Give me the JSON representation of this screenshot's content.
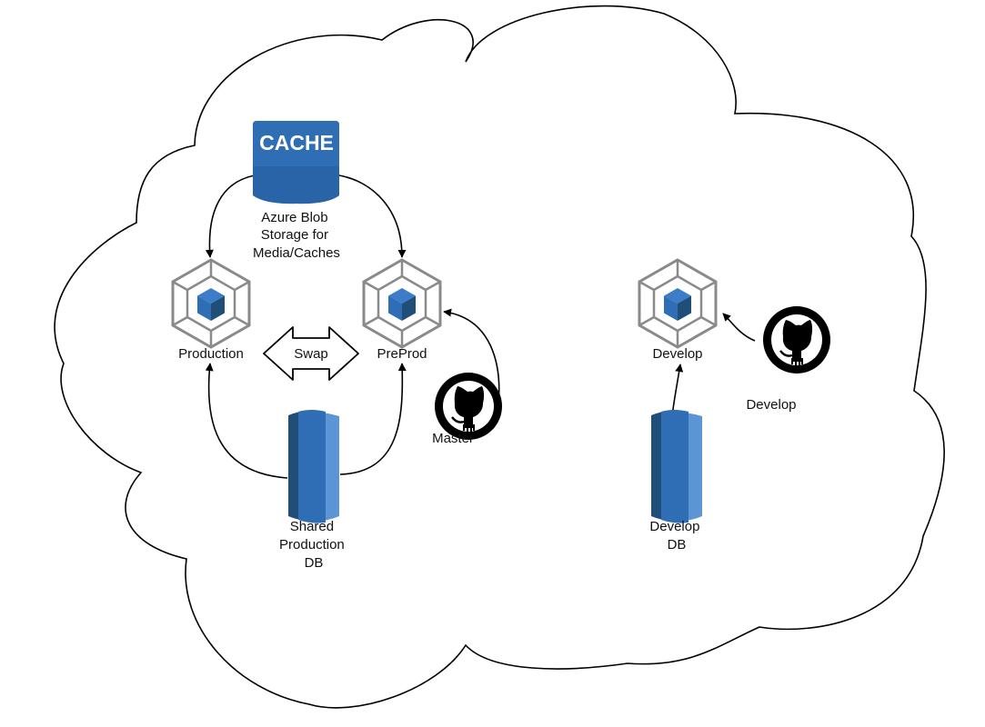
{
  "colors": {
    "outline": "#000000",
    "box_gray": "#8a8a8a",
    "azure_blue_dark": "#1f4e79",
    "azure_blue": "#2f6db5",
    "azure_blue_light": "#5b95d6",
    "background": "#ffffff"
  },
  "cache": {
    "badge_text": "CACHE",
    "label_lines": [
      "Azure Blob",
      "Storage for",
      "Media/Caches"
    ],
    "icon": "azure-cache-icon"
  },
  "apps": {
    "production": {
      "label": "Production",
      "icon": "app-service-cube-icon"
    },
    "preprod": {
      "label": "PreProd",
      "icon": "app-service-cube-icon"
    },
    "develop": {
      "label": "Develop",
      "icon": "app-service-cube-icon"
    }
  },
  "swap": {
    "label": "Swap"
  },
  "repos": {
    "master": {
      "label": "Master",
      "icon": "github-octocat-icon"
    },
    "develop": {
      "label": "Develop",
      "icon": "github-octocat-icon"
    }
  },
  "databases": {
    "shared": {
      "label_lines": [
        "Shared",
        "Production",
        "DB"
      ],
      "icon": "database-cylinder-icon"
    },
    "develop": {
      "label_lines": [
        "Develop",
        "DB"
      ],
      "icon": "database-cylinder-icon"
    }
  }
}
